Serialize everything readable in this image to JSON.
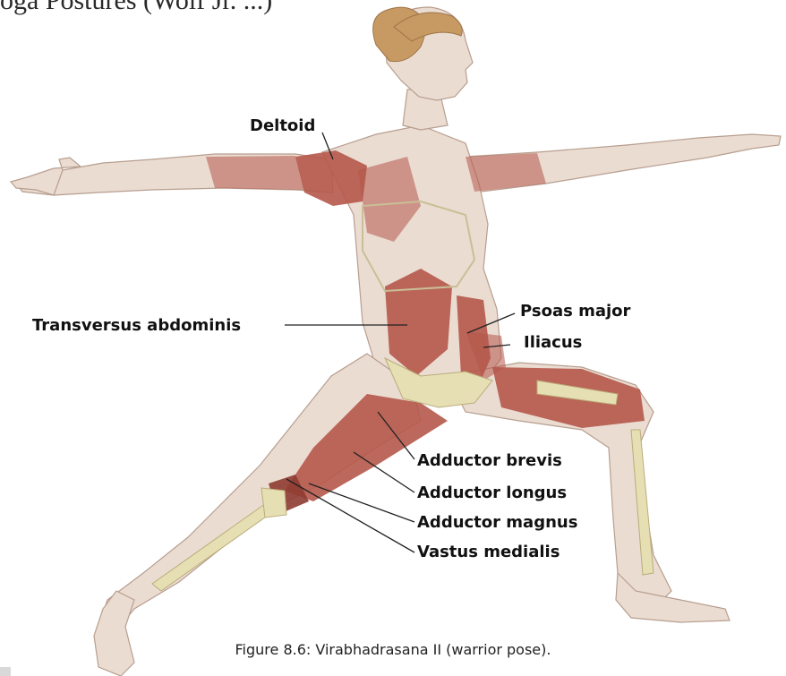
{
  "header_fragment": "oga Postures (Wolf Jr. ...)",
  "labels": {
    "deltoid": "Deltoid",
    "transversus_abdominis": "Transversus abdominis",
    "psoas_major": "Psoas major",
    "iliacus": "Iliacus",
    "adductor_brevis": "Adductor brevis",
    "adductor_longus": "Adductor longus",
    "adductor_magnus": "Adductor magnus",
    "vastus_medialis": "Vastus medialis"
  },
  "caption": "Figure 8.6: Virabhadrasana II (warrior pose).",
  "colors": {
    "skin": "#ebdcd2",
    "skin_outline": "#b79e8f",
    "muscle": "#b5584a",
    "muscle_dark": "#8e3b31",
    "bone": "#e7dfb4",
    "hair": "#c89a63"
  }
}
